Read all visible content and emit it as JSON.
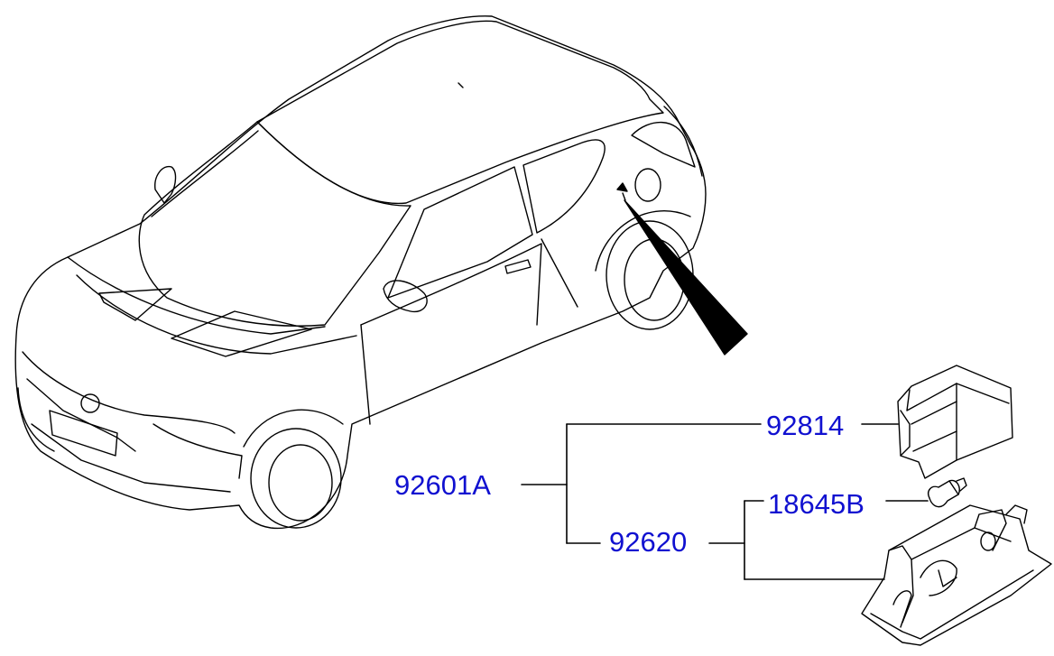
{
  "colors": {
    "line": "#000000",
    "label": "#1010d0",
    "background": "#ffffff"
  },
  "labels": {
    "assembly": "92601A",
    "cover": "92814",
    "bulb": "18645B",
    "housing": "92620"
  }
}
